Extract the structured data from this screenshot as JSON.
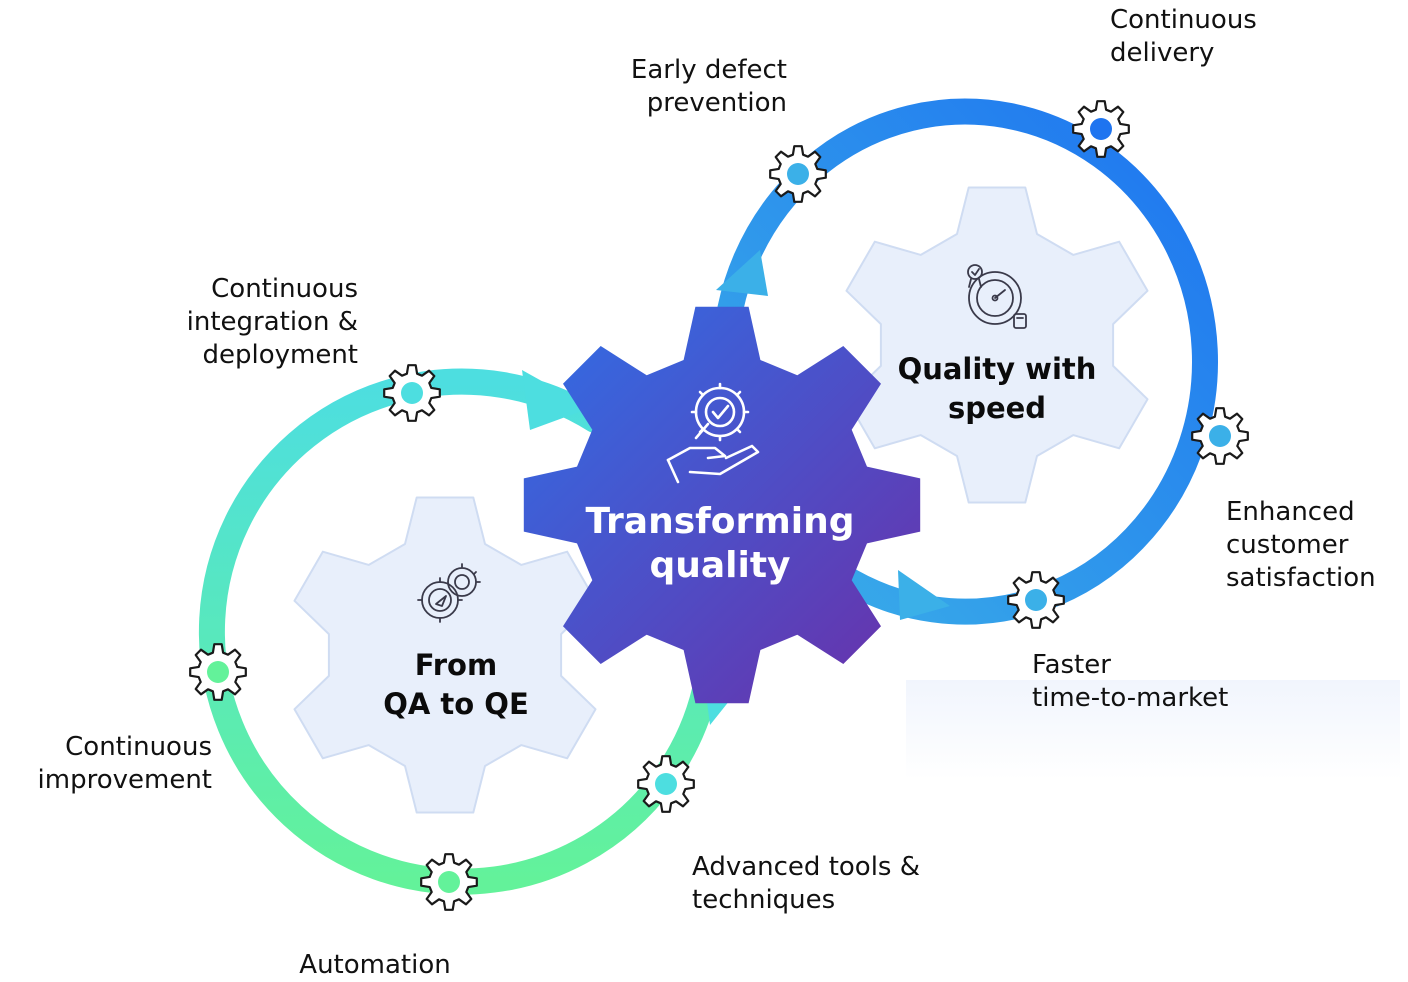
{
  "center_gear": {
    "title_lines": [
      "Transforming",
      "quality"
    ],
    "icon": "hand-gear-check-icon"
  },
  "left_gear": {
    "title_lines": [
      "From",
      "QA to QE"
    ],
    "icon": "gears-compass-icon"
  },
  "right_gear": {
    "title_lines": [
      "Quality with",
      "speed"
    ],
    "icon": "speedometer-award-icon"
  },
  "left_loop": {
    "nodes": [
      {
        "lines": [
          "Continuous",
          "integration &",
          "deployment"
        ]
      },
      {
        "lines": [
          "Continuous",
          "improvement"
        ]
      },
      {
        "lines": [
          "Automation"
        ]
      },
      {
        "lines": [
          "Advanced tools &",
          "techniques"
        ]
      }
    ]
  },
  "right_loop": {
    "nodes": [
      {
        "lines": [
          "Early defect",
          "prevention"
        ]
      },
      {
        "lines": [
          "Continuous",
          "delivery"
        ]
      },
      {
        "lines": [
          "Enhanced",
          "customer",
          "satisfaction"
        ]
      },
      {
        "lines": [
          "Faster",
          "time-to-market"
        ]
      }
    ]
  },
  "colors": {
    "center_gear_start": "#2f6fe6",
    "center_gear_end": "#6b2fa8",
    "side_gear_fill": "#e8effb",
    "side_gear_stroke": "#cfdcf2",
    "left_loop_start": "#4ddee0",
    "left_loop_end": "#63f29a",
    "right_loop_start": "#3bb0e8",
    "right_loop_end": "#1e74f0",
    "node_outline": "#1a1a1a"
  }
}
